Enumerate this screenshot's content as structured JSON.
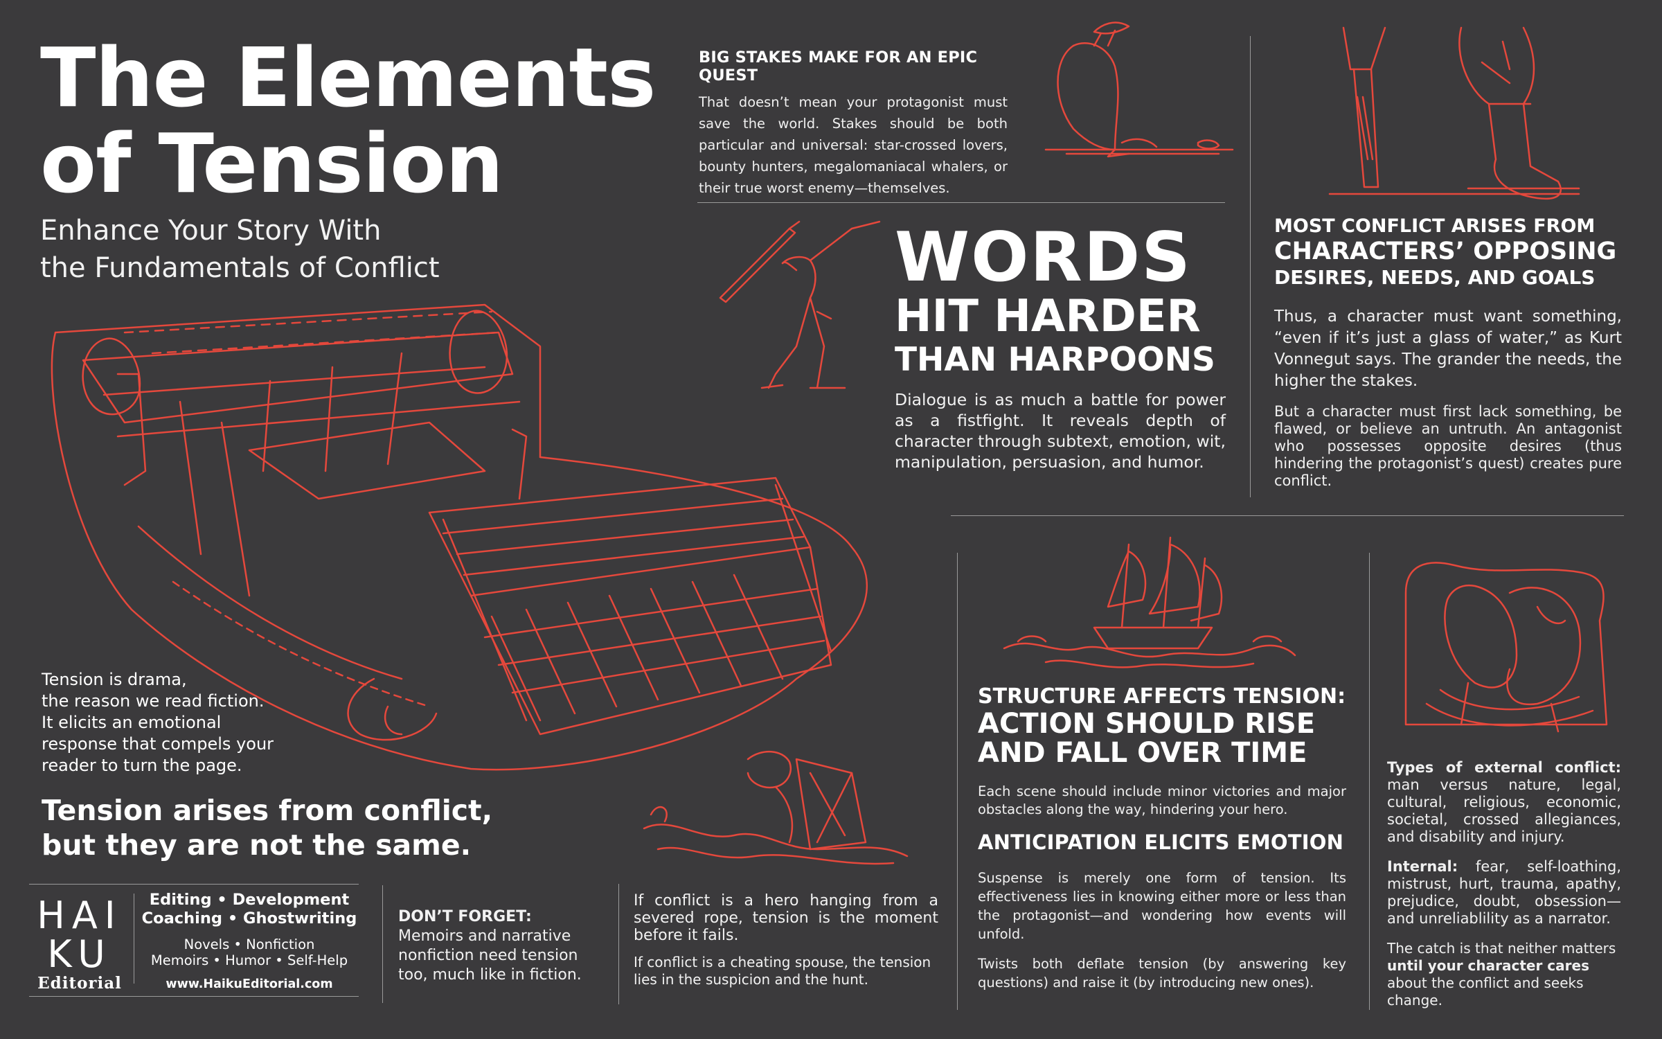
{
  "header": {
    "title_line1": "The Elements",
    "title_line2": "of Tension",
    "subtitle_line1": "Enhance Your Story With",
    "subtitle_line2": "the Fundamentals of Conflict"
  },
  "stakes": {
    "heading": "BIG STAKES MAKE FOR AN EPIC QUEST",
    "body": "That doesn’t mean your protagonist must save the world. Stakes should be both particular and universal: star-crossed lovers, bounty hunters, megalomaniacal whalers, or their true worst enemy—themselves."
  },
  "words": {
    "line1": "WORDS",
    "line2": "HIT HARDER",
    "line3": "THAN HARPOONS",
    "body": "Dialogue is as much a battle for power as a fistfight. It reveals depth of character through subtext, emotion, wit, manipulation, persuasion, and humor."
  },
  "conflict": {
    "heading_line1": "MOST CONFLICT ARISES FROM",
    "heading_line2": "CHARACTERS’ OPPOSING",
    "heading_line3": "DESIRES, NEEDS, AND GOALS",
    "para1": "Thus, a character must want something, “even if it’s just a glass of water,” as Kurt Vonnegut says. The grander the needs, the higher the stakes.",
    "para2": "But a character must first lack something, be flawed, or believe an untruth. An antagonist who possesses opposite desires (thus hindering the protagonist’s quest) creates pure conflict."
  },
  "tension": {
    "intro": "Tension is drama, the reason we read fiction. It elicits an emotional response that compels your reader to turn the page.",
    "intro_lines": [
      "Tension is drama,",
      "the reason we read fiction.",
      "It elicits an emotional",
      "response that compels your",
      "reader to turn the page."
    ],
    "statement_line1": "Tension arises from conflict,",
    "statement_line2": "but they are not the same."
  },
  "structure": {
    "heading_line1": "STRUCTURE AFFECTS TENSION:",
    "heading_line2": "ACTION SHOULD RISE",
    "heading_line3": "AND FALL OVER TIME",
    "body": "Each scene should include minor victories and major obstacles along the way, hindering your hero."
  },
  "anticipation": {
    "heading": "ANTICIPATION ELICITS EMOTION",
    "para1": "Suspense is merely one form of tension. Its effectiveness lies in knowing either more or less than the protagonist—and wondering how events will unfold.",
    "para2": "Twists both deflate tension (by answering key questions) and raise it (by introducing new ones)."
  },
  "types": {
    "external_label": "Types of external conflict:",
    "external_body": " man versus nature, legal, cultural, religious, economic, societal, crossed allegiances, and disability and injury.",
    "internal_label": "Internal:",
    "internal_body": " fear, self-loathing, mistrust, hurt, trauma, apathy, prejudice, doubt, obsession—and unreliablility as a narrator.",
    "catch_pre": "The catch is that neither matters ",
    "catch_bold": "until your character cares",
    "catch_post": " about the conflict and seeks change."
  },
  "footer": {
    "logo_line1": "HAI",
    "logo_line2": "KU",
    "logo_word": "Editorial",
    "services_line1": "Editing • Development",
    "services_line2": "Coaching • Ghostwriting",
    "genres_line1": "Novels • Nonfiction",
    "genres_line2": "Memoirs • Humor • Self-Help",
    "website": "www.HaikuEditorial.com",
    "dont_forget_label": "DON’T FORGET:",
    "dont_forget_body": " Memoirs and narrative nonfiction need tension too, much like in fiction.",
    "rope_para": "If conflict is a hero hanging from a severed rope, tension is the moment before it fails.",
    "spouse_para": "If conflict is a cheating spouse, the tension lies in the suspicion and the hunt."
  },
  "colors": {
    "background": "#3b3a3c",
    "illustration": "#e5483c",
    "text": "#ffffff"
  }
}
